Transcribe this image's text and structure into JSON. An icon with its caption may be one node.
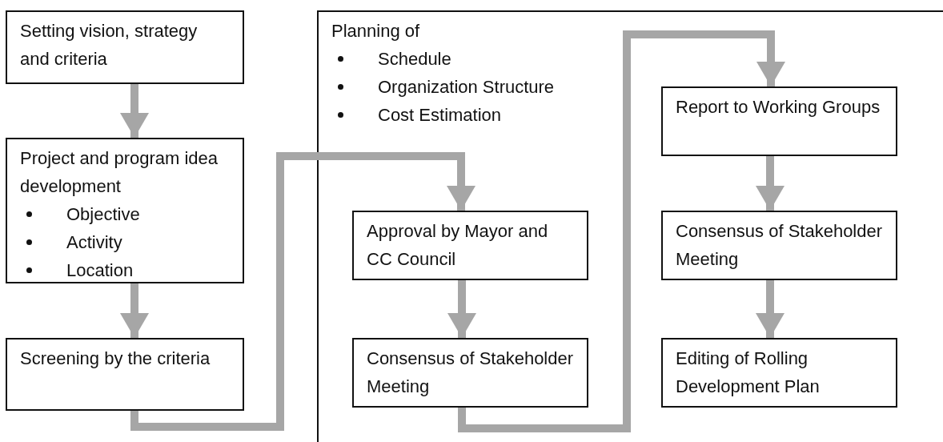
{
  "diagram": {
    "nodes": [
      {
        "text": [
          "Setting vision, strategy and criteria"
        ]
      },
      {
        "text": [
          "Project and program idea development",
          "Objective",
          "Activity",
          "Location"
        ]
      },
      {
        "text": [
          "Screening by the criteria"
        ]
      },
      {
        "text": [
          "Planning of",
          "Schedule",
          "Organization Structure",
          "Cost Estimation"
        ]
      },
      {
        "text": [
          "Approval by Mayor and CC Council"
        ],
        "in": 3
      },
      {
        "text": [
          "Consensus of Stakeholder Meeting"
        ],
        "in": 3
      },
      {
        "text": [
          "Report to Working Groups"
        ],
        "in": 3
      },
      {
        "text": [
          "Consensus of Stakeholder Meeting"
        ],
        "in": 3
      },
      {
        "text": [
          "Editing of Rolling Development Plan"
        ],
        "in": 3
      }
    ],
    "edges": [
      {
        "from": 0,
        "to": 1,
        "arrow": "to"
      },
      {
        "from": 1,
        "to": 2,
        "arrow": "to"
      },
      {
        "from": 2,
        "to": 4,
        "arrow": "to"
      },
      {
        "from": 4,
        "to": 5,
        "arrow": "to"
      },
      {
        "from": 5,
        "to": 6,
        "arrow": "to"
      },
      {
        "from": 6,
        "to": 7,
        "arrow": "to"
      },
      {
        "from": 7,
        "to": 8,
        "arrow": "to"
      }
    ]
  }
}
